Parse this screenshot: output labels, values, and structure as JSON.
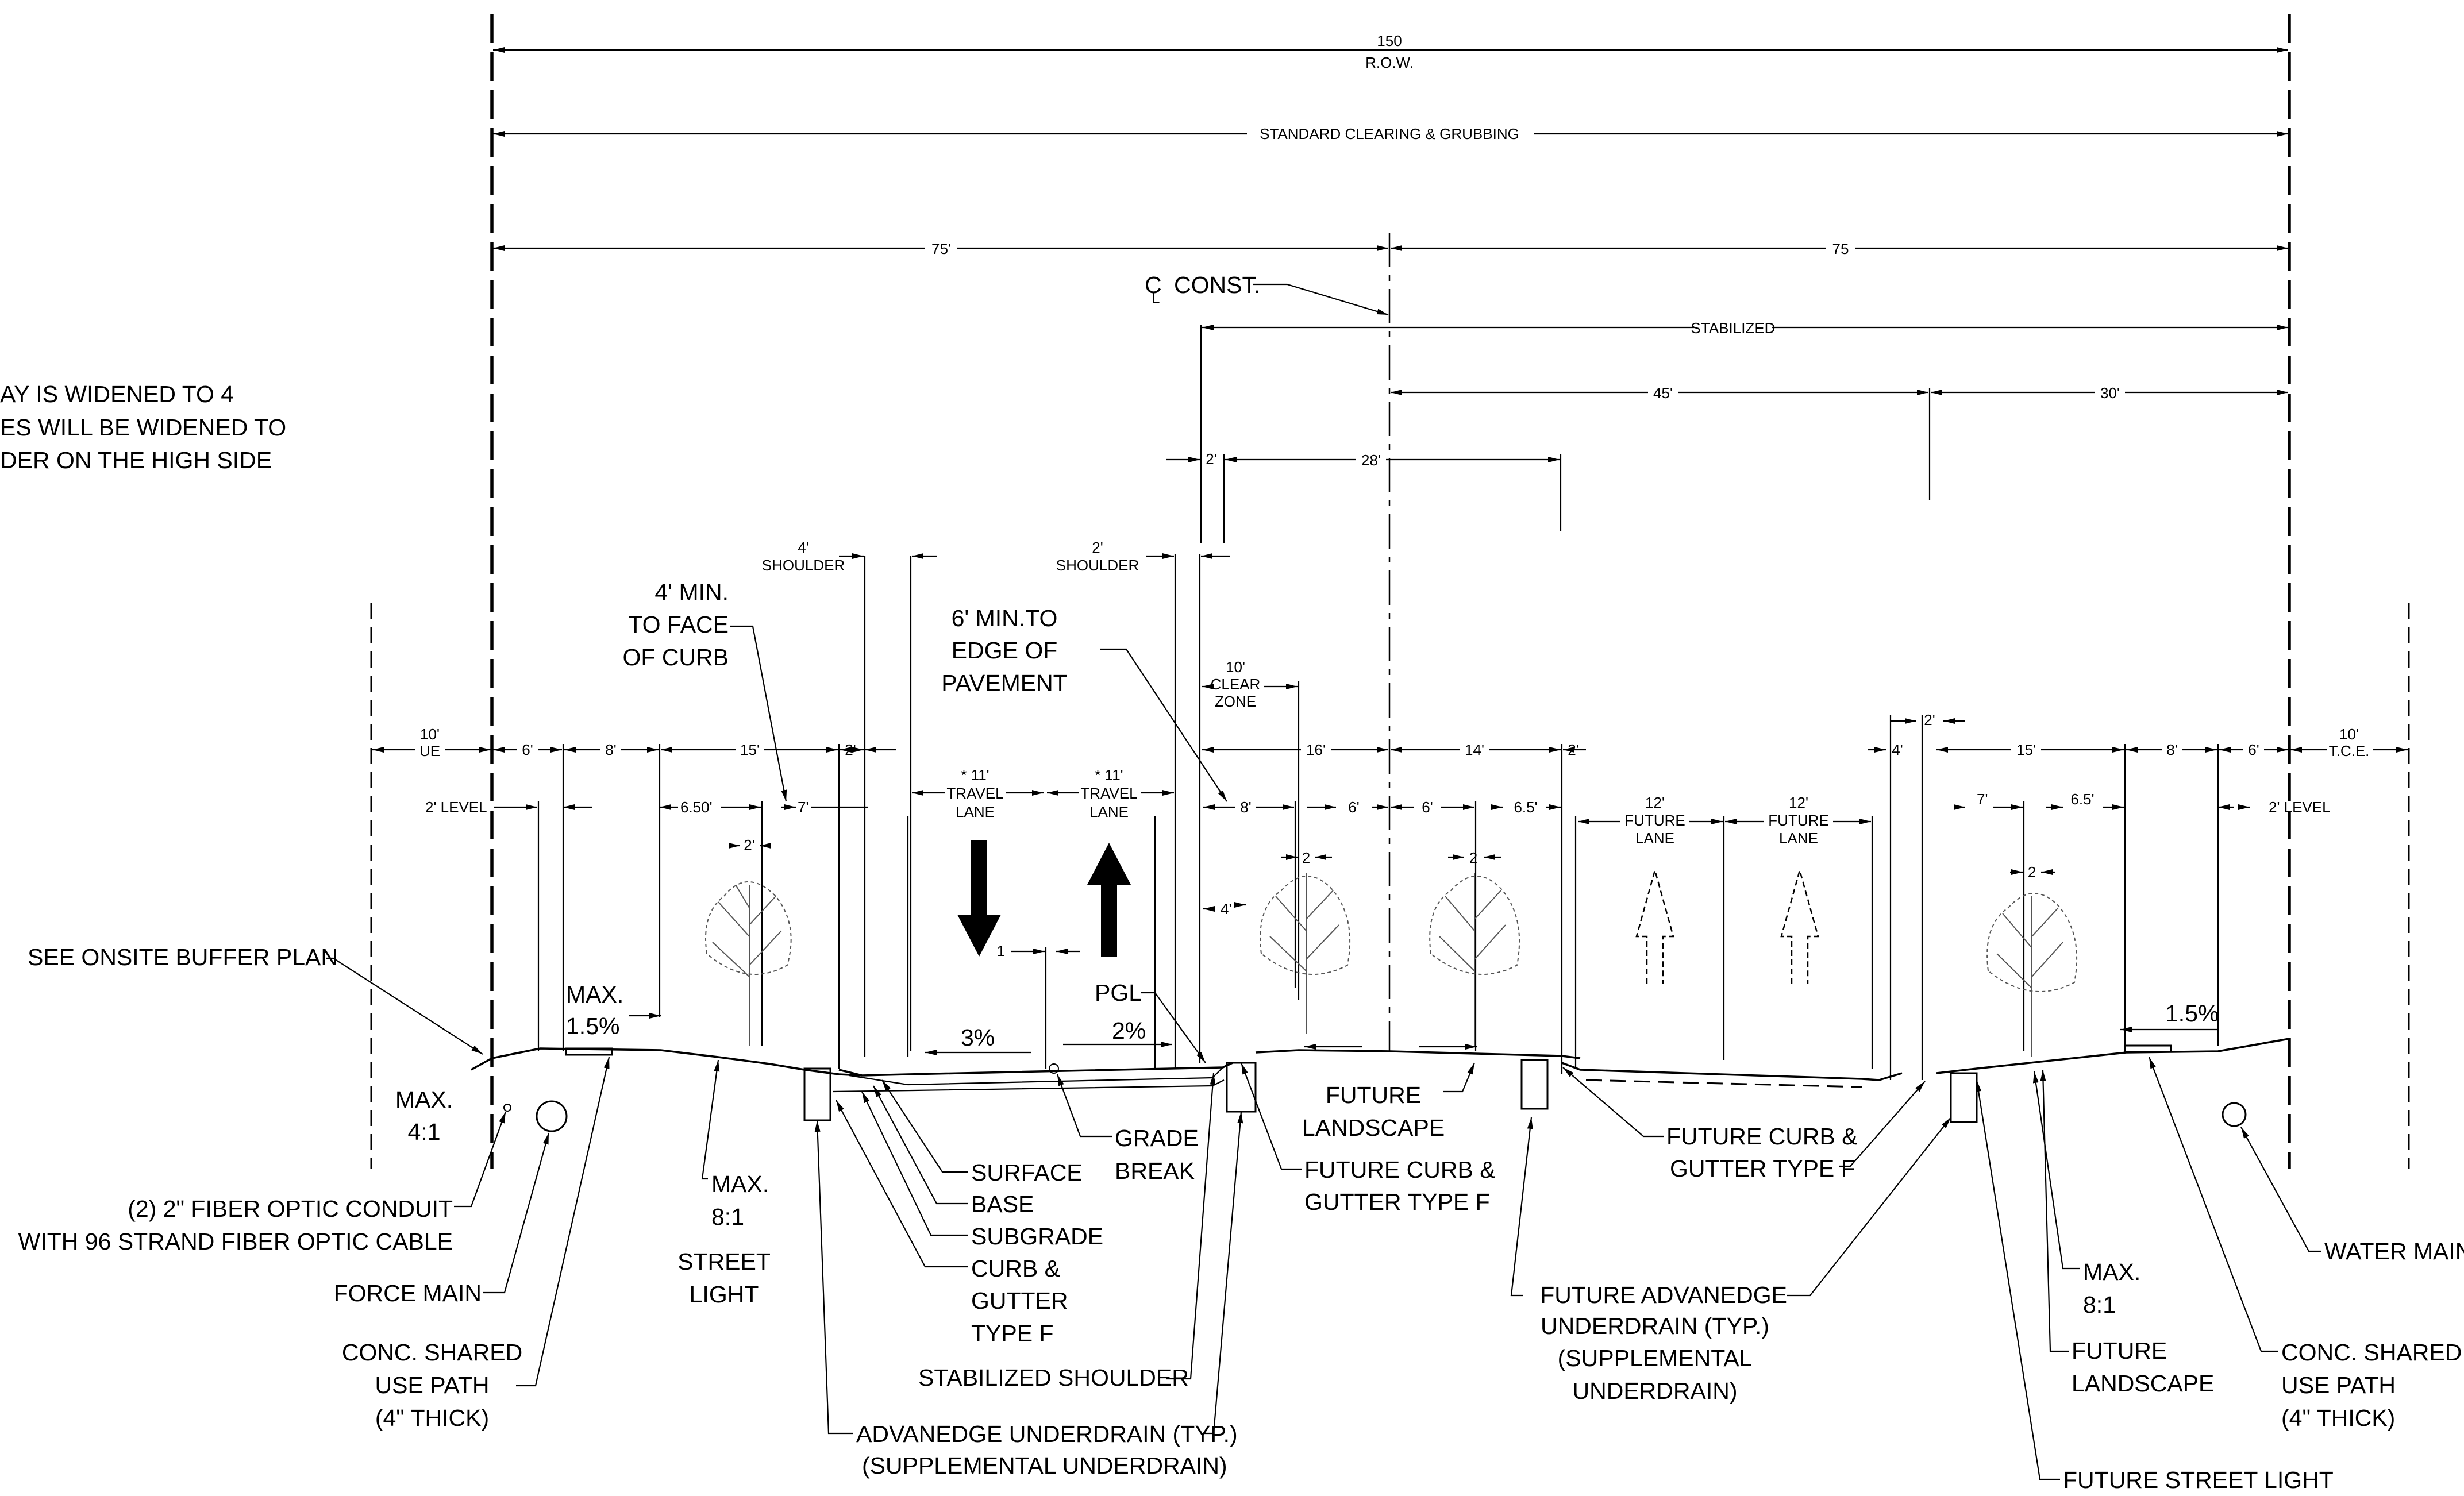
{
  "notes": {
    "widening_line1": "AY IS WIDENED TO 4",
    "widening_line2": "ES WILL BE WIDENED TO",
    "widening_line3": "DER ON THE HIGH SIDE"
  },
  "top_dims": {
    "row_value": "150",
    "row_label": "R.O.W.",
    "clearing": "STANDARD CLEARING & GRUBBING",
    "left_half": "75'",
    "right_half": "75",
    "cl_const": "CONST.",
    "cl_symbol": "C",
    "cl_sub": "L",
    "stabilized": "STABILIZED",
    "d45": "45'",
    "d30": "30'",
    "d2": "2'",
    "d28": "28'"
  },
  "shoulders": {
    "left_value": "4'",
    "left_label": "SHOULDER",
    "right_value": "2'",
    "right_label": "SHOULDER",
    "clear_value": "10'",
    "clear_label1": "CLEAR",
    "clear_label2": "ZONE"
  },
  "row_dims": {
    "ue_value": "10'",
    "ue_label": "UE",
    "d6l": "6'",
    "d8l": "8'",
    "d15l": "15'",
    "d2l": "2'",
    "d16": "16'",
    "d14": "14'",
    "d2m": "2'",
    "d4r": "4'",
    "d2r_top": "2'",
    "d15r": "15'",
    "d8r": "8'",
    "d6r": "6'",
    "tce_value": "10'",
    "tce_label": "T.C.E."
  },
  "detail_dims": {
    "level_left": "2' LEVEL",
    "level_right": "2' LEVEL",
    "d650": "6.50'",
    "d7l": "7'",
    "d2tree_l": "2'",
    "d8m": "8'",
    "d6m": "6'",
    "d2m1": "2",
    "d6m2": "6'",
    "d65m": "6.5'",
    "d2m2": "2",
    "d4m": "4'",
    "d1": "1",
    "d7r": "7'",
    "d65r": "6.5'",
    "d2r": "2"
  },
  "lanes": {
    "travel_left_1": "* 11'",
    "travel_left_2": "TRAVEL",
    "travel_left_3": "LANE",
    "travel_right_1": "* 11'",
    "travel_right_2": "TRAVEL",
    "travel_right_3": "LANE",
    "future1_1": "12'",
    "future1_2": "FUTURE",
    "future1_3": "LANE",
    "future2_1": "12'",
    "future2_2": "FUTURE",
    "future2_3": "LANE"
  },
  "slopes": {
    "max15_1": "MAX.",
    "max15_2": "1.5%",
    "s3": "3%",
    "s2": "2%",
    "s15r": "1.5%"
  },
  "callouts": {
    "min4_1": "4' MIN.",
    "min4_2": "TO FACE",
    "min4_3": "OF CURB",
    "min6_1": "6' MIN.TO",
    "min6_2": "EDGE OF",
    "min6_3": "PAVEMENT",
    "buffer": "SEE ONSITE BUFFER PLAN",
    "max41_1": "MAX.",
    "max41_2": "4:1",
    "fiber1": "(2) 2\" FIBER OPTIC CONDUIT",
    "fiber2": "WITH 96 STRAND FIBER OPTIC CABLE",
    "force_main": "FORCE MAIN",
    "path_l1": "CONC. SHARED",
    "path_l2": "USE PATH",
    "path_l3": "(4\" THICK)",
    "max81_l1": "MAX.",
    "max81_l2": "8:1",
    "light1": "STREET",
    "light2": "LIGHT",
    "surface": "SURFACE",
    "base": "BASE",
    "subgrade": "SUBGRADE",
    "curb1": "CURB &",
    "curb2": "GUTTER",
    "curb3": "TYPE F",
    "grade1": "GRADE",
    "grade2": "BREAK",
    "pgl": "PGL",
    "stab_shoulder": "STABILIZED SHOULDER",
    "adv1": "ADVANEDGE UNDERDRAIN (TYP.)",
    "adv2": "(SUPPLEMENTAL UNDERDRAIN)",
    "fut_land_m1": "FUTURE",
    "fut_land_m2": "LANDSCAPE",
    "fut_curb_m1": "FUTURE CURB &",
    "fut_curb_m2": "GUTTER TYPE F",
    "fut_curb_r1": "FUTURE CURB &",
    "fut_curb_r2": "GUTTER TYPE F",
    "fut_adv1": "FUTURE ADVANEDGE",
    "fut_adv2": "UNDERDRAIN (TYP.)",
    "fut_adv3": "(SUPPLEMENTAL",
    "fut_adv4": "UNDERDRAIN)",
    "max81_r1": "MAX.",
    "max81_r2": "8:1",
    "fut_land_r1": "FUTURE",
    "fut_land_r2": "LANDSCAPE",
    "path_r1": "CONC. SHARED",
    "path_r2": "USE PATH",
    "path_r3": "(4\" THICK)",
    "water_main": "WATER MAIN",
    "fut_light": "FUTURE STREET LIGHT"
  }
}
